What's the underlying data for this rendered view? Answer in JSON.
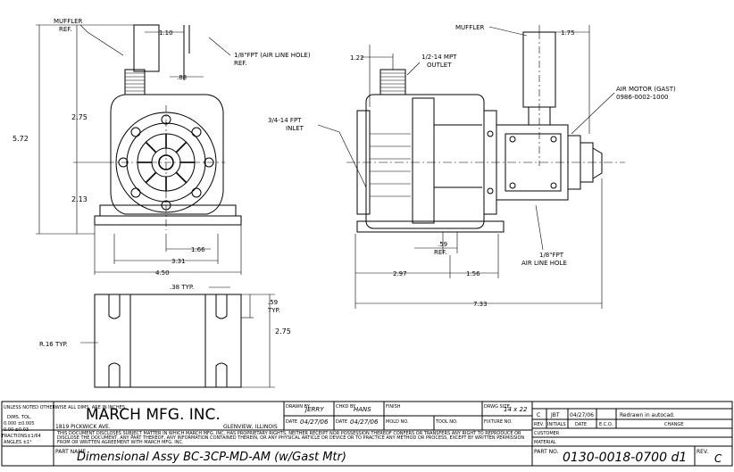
{
  "drawing": {
    "front_view": {
      "muffler_label": "MUFFLER",
      "muffler_label2": "REF.",
      "dim_top": "1.10",
      "air_line_label": "1/8\"FPT (AIR LINE HOLE)",
      "air_line_label2": "REF.",
      "dim_88": ".88",
      "dim_572": "5.72",
      "dim_275": "2.75",
      "dim_213": "2.13",
      "dim_166": "1.66",
      "dim_331": "3.31",
      "dim_450": "4.50"
    },
    "base_view": {
      "dim_38": ".38 TYP.",
      "dim_59": ".59",
      "dim_59b": "TYP.",
      "dim_275": "2.75",
      "radius": "R.16 TYP."
    },
    "side_view": {
      "dim_122": "1.22",
      "outlet_label": "1/2-14 MPT",
      "outlet_label2": "OUTLET",
      "inlet_label": "3/4-14 FPT",
      "inlet_label2": "INLET",
      "muffler_label": "MUFFLER",
      "dim_175": "1.75",
      "air_motor_label": "AIR MOTOR (GAST)",
      "air_motor_label2": "0986-0002-1000",
      "dim_59": ".59",
      "dim_59b": "REF.",
      "air_hole_label": "1/8\"FPT",
      "air_hole_label2": "AIR LINE HOLE",
      "dim_297": "2.97",
      "dim_156": "1.56",
      "dim_733": "7.33"
    }
  },
  "title_block": {
    "unless_noted": "UNLESS NOTED OTHERWISE ALL DIMS. ARE IN INCHES.",
    "dims_tol": "DIMS.  TOL.",
    "tol1": "0.000  ±0.005",
    "tol2": "0.00   ±0.03",
    "tol3": "FRACTIONS±1/64",
    "tol4": "ANGLES  ±1°",
    "company": "MARCH MFG. INC.",
    "address": "1819 PICKWICK AVE.",
    "city": "GLENVIEW, ILLINOIS",
    "disclaimer1": "THIS DOCUMENT DISCLOSES SUBJECT MATTER IN WHICH MARCH MFG. INC. HAS PROPRIETARY RIGHTS, NEITHER RECEIPT NOR POSSESSION THEREOF CONFERS OR TRANSFERS ANY RIGHT TO REPRODUCE OR",
    "disclaimer2": "DISCLOSE THE DOCUMENT, ANY PART THEREOF, ANY INFORMATION CONTAINED THEREIN, OR ANY PHYSICAL ARTICLE OR DEVICE OR TO PRACTICE ANY METHOD OR PROCESS, EXCEPT BY WRITTEN PERMISSION",
    "disclaimer3": "FROM OR WRITTEN AGREEMENT WITH MARCH MFG. INC.",
    "drawn_by_label": "DRAWN BY",
    "drawn_by": "JERRY",
    "chkd_by_label": "CHKD BY",
    "chkd_by": "HANS",
    "finish_label": "FINISH",
    "drwg_size_label": "DRWG SIZE",
    "drwg_size": "14 x 22",
    "date_label": "DATE",
    "date1": "04/27/06",
    "date2": "04/27/06",
    "mold_label": "MOLD NO.",
    "tool_label": "TOOL NO.",
    "fixture_label": "FIXTURE NO.",
    "part_name_label": "PART NAME",
    "part_name": "Dimensional Assy BC-3CP-MD-AM (w/Gast Mtr)",
    "rev_c": "C",
    "rev_initials": "JBT",
    "rev_date": "04/27/06",
    "rev_change": "Redrawn in autocad.",
    "rev_header": "REV.",
    "initials_header": "INITIALS",
    "date_header": "DATE",
    "eco_header": "E.C.O.",
    "change_header": "CHANGE",
    "customer_label": "CUSTOMER",
    "material_label": "MATERIAL",
    "part_no_label": "PART NO.",
    "part_no": "0130-0018-0700 d1",
    "rev_label": "REV.",
    "rev": "C"
  }
}
